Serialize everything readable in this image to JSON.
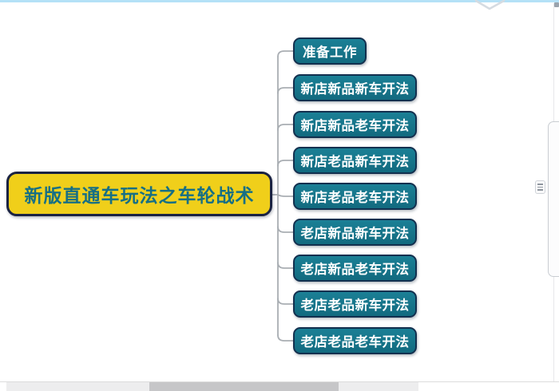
{
  "mindmap": {
    "root": {
      "label": "新版直通车玩法之车轮战术"
    },
    "children": [
      {
        "label": "准备工作"
      },
      {
        "label": "新店新品新车开法"
      },
      {
        "label": "新店新品老车开法"
      },
      {
        "label": "新店老品新车开法"
      },
      {
        "label": "新店老品老车开法"
      },
      {
        "label": "老店新品新车开法"
      },
      {
        "label": "老店新品老车开法"
      },
      {
        "label": "老店老品新车开法"
      },
      {
        "label": "老店老品老车开法"
      }
    ]
  },
  "colors": {
    "root_fill": "#f0cf1a",
    "root_border": "#1b2342",
    "root_text": "#166f85",
    "node_fill_top": "#1b8096",
    "node_fill_bottom": "#126a7f",
    "node_border": "#13304f",
    "node_text": "#ffffff",
    "connector": "#a9aeb3",
    "top_band": "#b4e1f7"
  }
}
